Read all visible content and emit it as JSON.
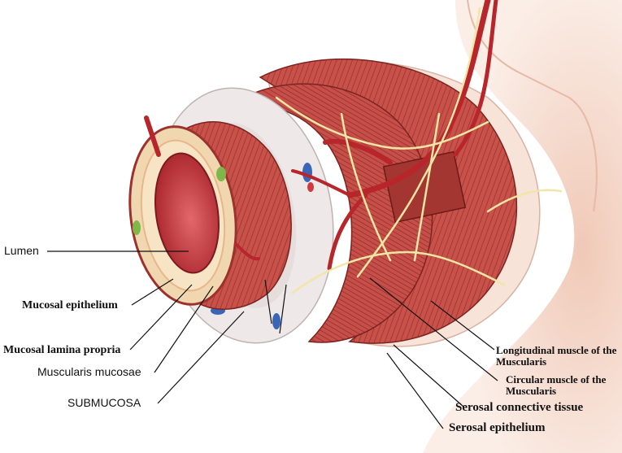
{
  "diagram": {
    "labels": {
      "lumen": "Lumen",
      "mucosal_epithelium": "Mucosal epithelium",
      "mucosal_lamina_propria": "Mucosal lamina propria",
      "muscularis_mucosae": "Muscularis mucosae",
      "submucosa": "SUBMUCOSA",
      "longitudinal_muscle": "Longitudinal muscle of the Muscularis",
      "circular_muscle": "Circular muscle of the Muscularis",
      "serosal_connective_tissue": "Serosal connective tissue",
      "serosal_epithelium": "Serosal epithelium"
    },
    "colors": {
      "muscle": "#c8524a",
      "muscle_dark": "#8e2a26",
      "submucosa": "#ece6e6",
      "mucosa": "#f1d7b0",
      "lumen": "#c0353b",
      "nerve": "#f2e6a6",
      "vessel": "#b8262b",
      "serosa": "#f6dcd0"
    }
  }
}
